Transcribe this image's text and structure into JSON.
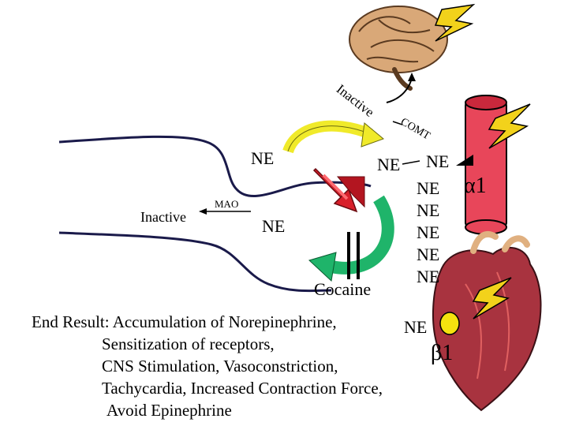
{
  "labels": {
    "inactive_top": "Inactive",
    "comt": "COMT",
    "ne": "NE",
    "mao": "MAO",
    "inactive_left": "Inactive",
    "cocaine": "Cocaine",
    "alpha_receptor": "α1",
    "beta_receptor": "β1"
  },
  "result": {
    "heading": "End Result:",
    "lines": [
      "Accumulation of Norepinephrine,",
      "Sensitization of receptors,",
      "CNS Stimulation, Vasoconstriction,",
      "Tachycardia, Increased Contraction Force,",
      "Avoid Epinephrine"
    ]
  },
  "colors": {
    "brain": "#d9a878",
    "bolt": "#f2d21b",
    "vessel": "#e8465a",
    "heart": "#a8333f",
    "arrow_yellow": "#f0ea2a",
    "arrow_red": "#d81f2a",
    "arrow_green": "#1fb46a",
    "receptor_dot": "#f5e20f"
  }
}
